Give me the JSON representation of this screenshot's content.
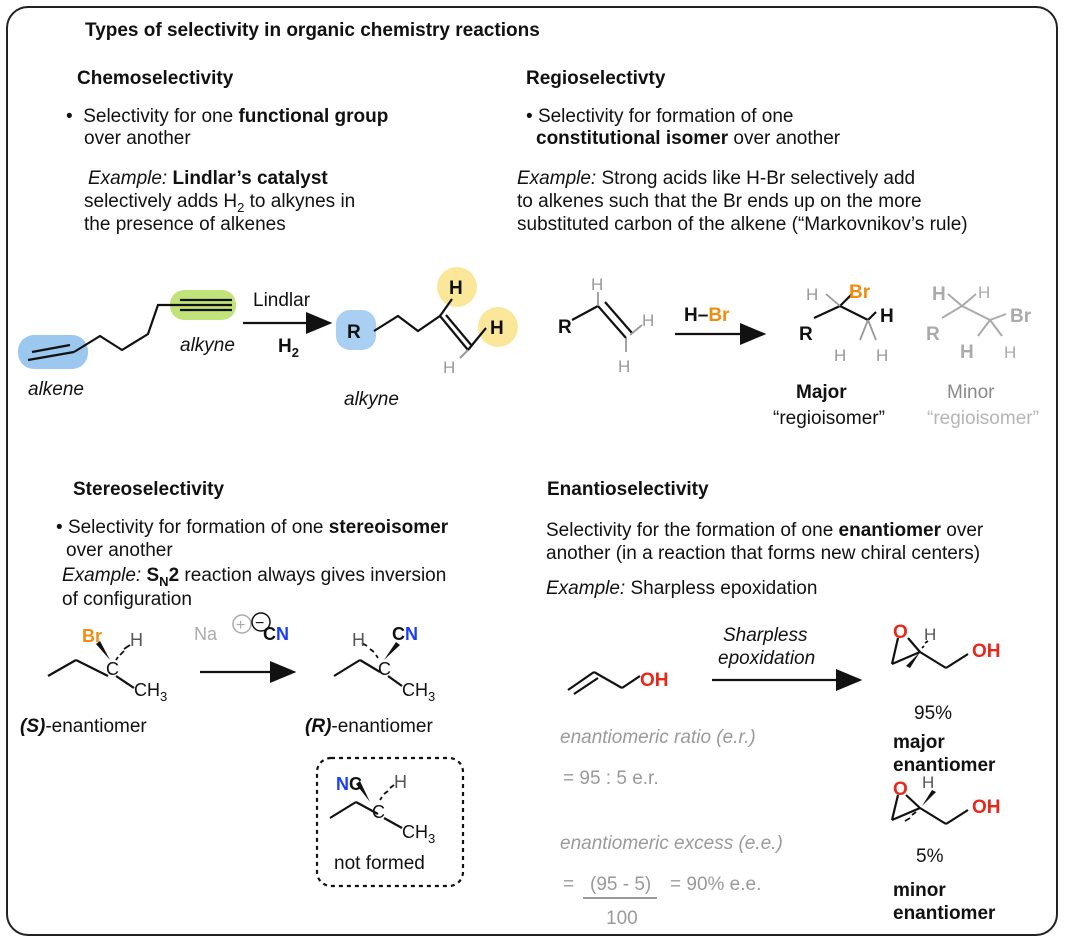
{
  "title": "Types of selectivity in organic chemistry reactions",
  "chemo": {
    "heading": "Chemoselectivity",
    "bullet": "•",
    "line1_pre": "Selectivity for one ",
    "line1_bold": "functional group",
    "line2": "over another",
    "ex_label": "Example:",
    "ex_bold": "Lindlar’s catalyst",
    "ex_line2_pre": "selectively adds H",
    "ex_line2_sub": "2",
    "ex_line2_post": " to alkynes in",
    "ex_line3": "the presence of alkenes",
    "reagent_top": "Lindlar",
    "reagent_bottom": "H",
    "reagent_bottom_sub": "2",
    "label_alkene": "alkene",
    "label_alkyne": "alkyne",
    "label_product": "alkyne",
    "atom_R": "R",
    "atom_H": "H"
  },
  "regio": {
    "heading": "Regioselectivty",
    "bullet": "•",
    "line1": "Selectivity for formation of one",
    "line2_bold": "constitutional isomer",
    "line2_post": " over another",
    "ex_label": "Example:",
    "ex_line1": " Strong acids like H-Br selectively add",
    "ex_line2": "to alkenes such that the Br ends up on the more",
    "ex_line3": "substituted carbon of the alkene (“Markovnikov’s rule)",
    "reagent_H": "H",
    "reagent_dash": "–",
    "reagent_Br": "Br",
    "major_label": "Major",
    "major_sub": "“regioisomer”",
    "minor_label": "Minor",
    "minor_sub": "“regioisomer”",
    "atom_R": "R",
    "atom_H": "H",
    "atom_Br": "Br"
  },
  "stereo": {
    "heading": "Stereoselectivity",
    "bullet": "•",
    "line1_pre": "Selectivity for formation of one ",
    "line1_bold": "stereoisomer",
    "line2": "over another",
    "ex_label": "Example:",
    "ex_S": "S",
    "ex_N": "N",
    "ex_2": "2",
    "ex_post": " reaction always gives inversion",
    "ex_line2": "of configuration",
    "reagent_Na": "Na",
    "reagent_C": "C",
    "reagent_N": "N",
    "plus": "+",
    "minus": "−",
    "S_letter": "S",
    "R_letter": "R",
    "enantiomer": "-enantiomer",
    "paren_open": "(",
    "paren_close": ")",
    "not_formed": "not formed",
    "atom_Br": "Br",
    "atom_H": "H",
    "atom_C": "C",
    "atom_CH": "CH",
    "atom_3": "3",
    "atom_CN": "CN",
    "atom_NC": "NC"
  },
  "enantio": {
    "heading": "Enantioselectivity",
    "line1_pre": "Selectivity for the formation of one ",
    "line1_bold": "enantiomer",
    "line1_post": " over",
    "line2": "another (in a reaction that forms new chiral centers)",
    "ex_label": "Example:",
    "ex_text": " Sharpless epoxidation",
    "reagent_line1": "Sharpless",
    "reagent_line2": "epoxidation",
    "er_label": "enantiomeric ratio (e.r.)",
    "er_value": "= 95 : 5  e.r.",
    "ee_label": "enantiomeric excess (e.e.)",
    "ee_eq": "=",
    "ee_numerator": "(95 - 5)",
    "ee_denominator": "100",
    "ee_result": "= 90% e.e.",
    "major_pct": "95%",
    "major_line1": "major",
    "major_line2": "enantiomer",
    "minor_pct": "5%",
    "minor_line1": "minor",
    "minor_line2": "enantiomer",
    "atom_OH": "OH",
    "atom_O": "O",
    "atom_H": "H"
  },
  "colors": {
    "alkene_highlight": "#9cc8f0",
    "alkyne_highlight": "#c2e27a",
    "hydrogen_highlight": "#fbe79a",
    "R_highlight": "#a9d0f2",
    "bromine": "#f28c0f",
    "nitrogen": "#1a3ef5",
    "oxygen": "#e8281b",
    "grey_text": "#9a9a9a"
  }
}
